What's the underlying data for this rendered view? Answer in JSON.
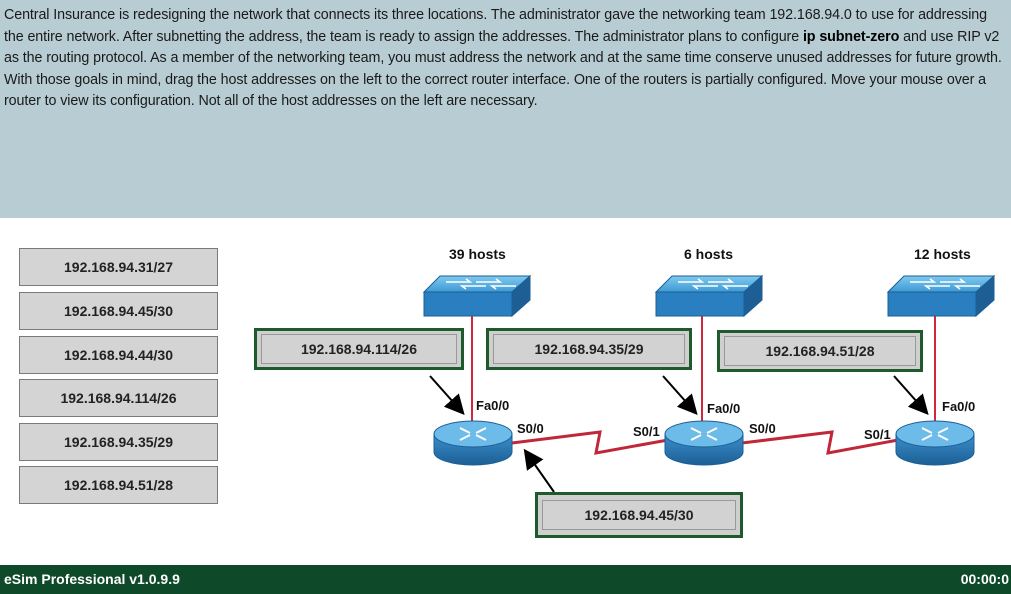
{
  "instructions": {
    "part1": "Central Insurance is redesigning the network that connects its three locations. The administrator gave the networking team 192.168.94.0 to use for addressing the entire network. After subnetting the address, the team is ready to assign the addresses. The administrator plans to configure ",
    "bold": "ip subnet-zero",
    "part2": " and use RIP v2 as the routing protocol. As a member of the networking team, you must address the network and at the same time conserve unused addresses for future growth. With those goals in mind, drag the host addresses on the left to the correct router interface. One of the routers is partially configured. Move your mouse over a router to view its configuration. Not all of the host addresses on the left are necessary."
  },
  "address_list": [
    "192.168.94.31/27",
    "192.168.94.45/30",
    "192.168.94.44/30",
    "192.168.94.114/26",
    "192.168.94.35/29",
    "192.168.94.51/28"
  ],
  "lans": [
    {
      "hosts": "39 hosts",
      "assigned": "192.168.94.114/26",
      "router_iface": "Fa0/0"
    },
    {
      "hosts": "6 hosts",
      "assigned": "192.168.94.35/29",
      "router_iface": "Fa0/0"
    },
    {
      "hosts": "12 hosts",
      "assigned": "192.168.94.51/28",
      "router_iface": "Fa0/0"
    }
  ],
  "wan": {
    "assigned": "192.168.94.45/30",
    "r1_serial": "S0/0",
    "r2_serial_left": "S0/1",
    "r2_serial_right": "S0/0",
    "r3_serial": "S0/1"
  },
  "statusbar": {
    "title": "eSim Professional v1.0.9.9",
    "timer": "00:00:0"
  },
  "colors": {
    "instructions_bg": "#b8cdd3",
    "status_bg": "#0e4a2a",
    "wan_link": "#c0283a",
    "lan_link": "#d0283a",
    "device_blue": "#2a7fc0"
  },
  "icons": {
    "switch": "switch-icon",
    "router": "router-icon"
  }
}
